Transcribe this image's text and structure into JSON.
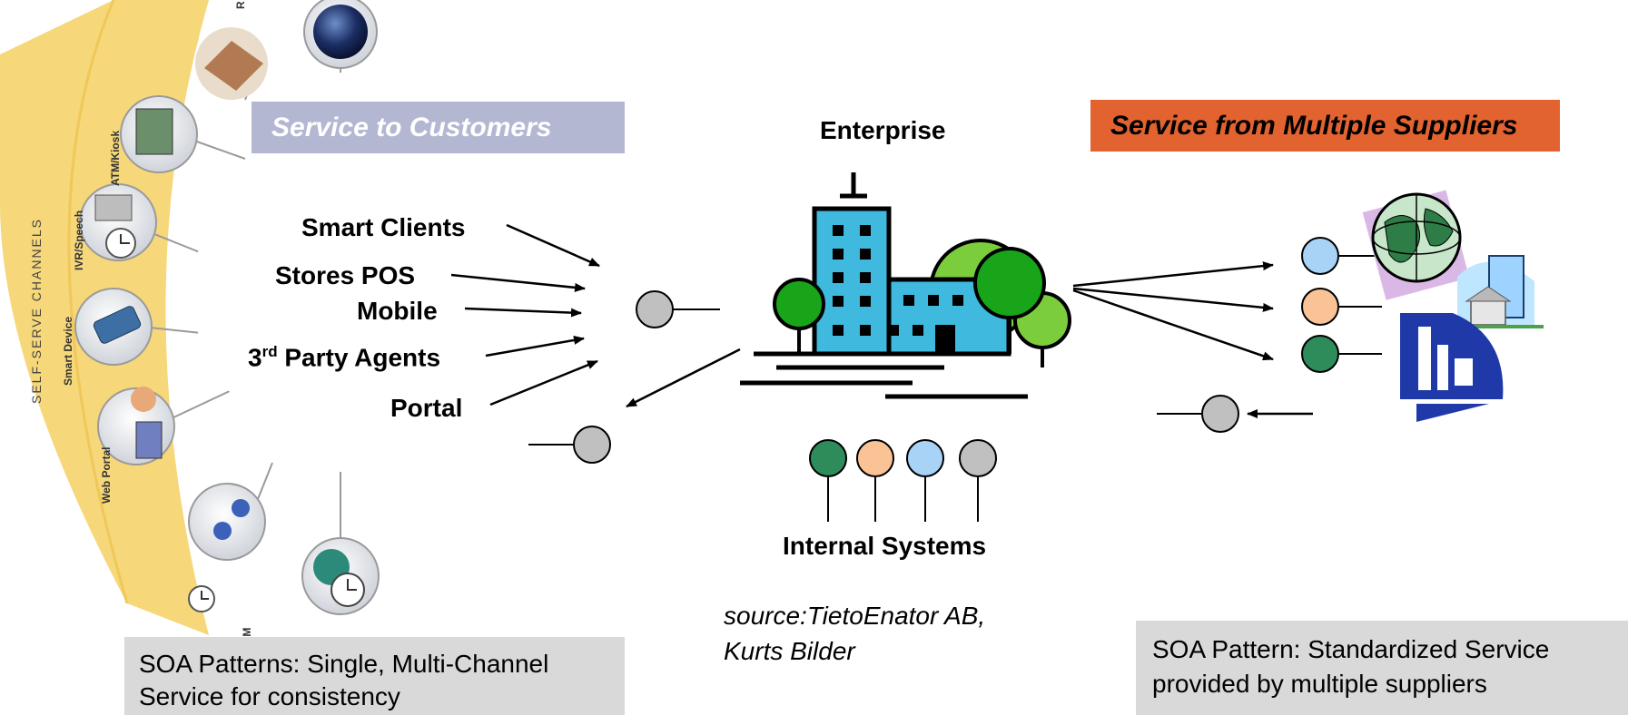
{
  "left": {
    "banner": "Service to Customers",
    "arc_title": "SELF-SERVE CHANNELS",
    "channel_labels": [
      "ATM/Kiosk",
      "IVR/Speech",
      "Smart Device",
      "Web Portal",
      "IM",
      "R"
    ],
    "channels": [
      "Smart Clients",
      "Stores POS",
      "Mobile",
      "3",
      "rd",
      "Party Agents",
      "Portal"
    ],
    "note_line1": "SOA Patterns: Single, Multi-Channel",
    "note_line2": "Service for consistency"
  },
  "center": {
    "title": "Enterprise",
    "internal_title": "Internal Systems",
    "source_line1": "source:TietoEnator AB,",
    "source_line2": "Kurts Bilder"
  },
  "right": {
    "banner": "Service from Multiple Suppliers",
    "note_line1": "SOA Pattern: Standardized Service",
    "note_line2": "provided by multiple suppliers"
  },
  "colors": {
    "banner_left": "#b4b7d2",
    "banner_right": "#e2632f",
    "arc_yellow": "#f6d77a",
    "building_blue": "#3fb9dd",
    "tree_green": "#19a51a",
    "light_green": "#7ccd3c",
    "port_gray": "#c0c0c0",
    "port_blue": "#a9d2f7",
    "port_orange": "#f9c396",
    "port_green": "#2e8b5a",
    "note_bg": "#d9d9d9"
  }
}
